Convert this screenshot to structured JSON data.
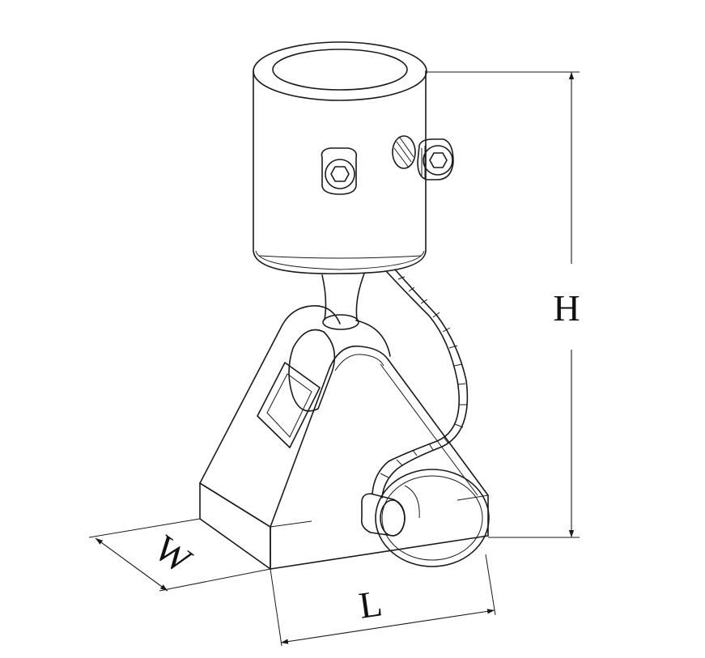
{
  "diagram": {
    "dimension_labels": {
      "height": "H",
      "length": "L",
      "width": "W"
    }
  }
}
